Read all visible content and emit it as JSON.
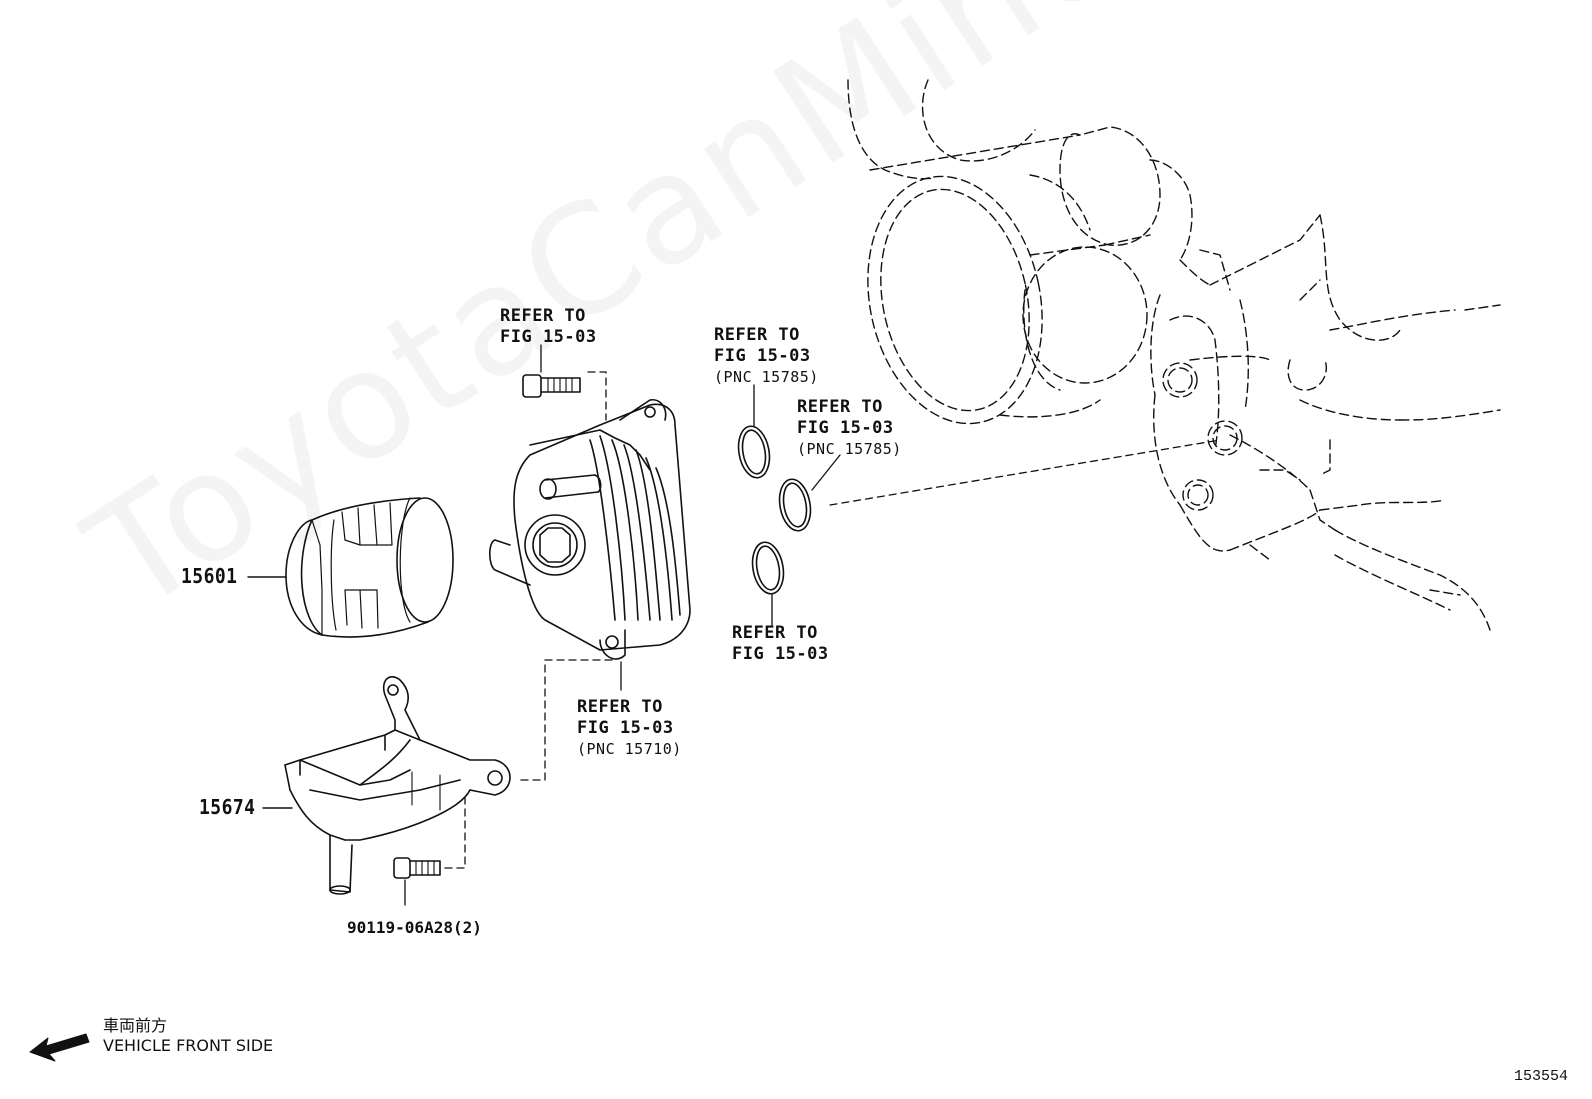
{
  "watermark": "ToyotaCanMine.ru",
  "callouts": {
    "refer_left": {
      "line1": "REFER TO",
      "line2": "FIG 15-03"
    },
    "refer_mid": {
      "line1": "REFER TO",
      "line2": "FIG 15-03",
      "line3": "(PNC 15785)"
    },
    "refer_mid2": {
      "line1": "REFER TO",
      "line2": "FIG 15-03",
      "line3": "(PNC 15785)"
    },
    "refer_bottom_ring": {
      "line1": "REFER TO",
      "line2": "FIG 15-03"
    },
    "refer_bolt_lower": {
      "line1": "REFER TO",
      "line2": "FIG 15-03",
      "line3": "(PNC 15710)"
    }
  },
  "part_numbers": {
    "oil_filter": "15601",
    "bracket": "15674",
    "bolt": "90119-06A28(2)"
  },
  "front_indicator": {
    "jp": "車両前方",
    "en": "VEHICLE FRONT SIDE"
  },
  "illustration_id": "153554"
}
